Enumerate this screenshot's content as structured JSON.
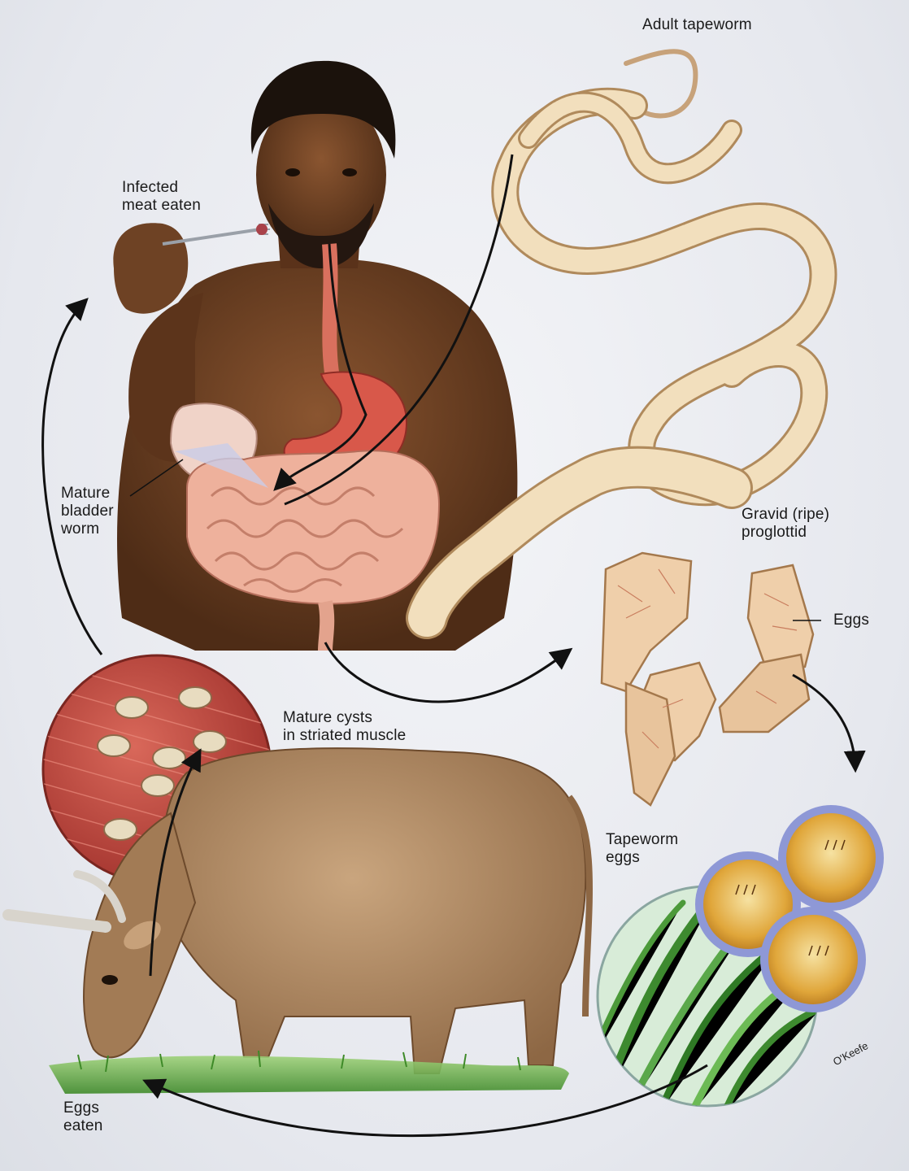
{
  "labels": {
    "adult_tapeworm": "Adult tapeworm",
    "infected_meat": "Infected\nmeat eaten",
    "bladder_worm": "Mature\nbladder\nworm",
    "proglottid": "Gravid (ripe)\nproglottid",
    "eggs": "Eggs",
    "cysts": "Mature cysts\nin striated muscle",
    "tapeworm_eggs": "Tapeworm\neggs",
    "eggs_eaten": "Eggs\neaten",
    "signature": "O'Keefe"
  },
  "colors": {
    "skin": "#6b3f22",
    "tapeworm": "#f1dcb8",
    "intestine": "#e9a592",
    "muscle": "#c8463c",
    "cow": "#b08962",
    "grass": "#5ea03c",
    "egg_shell": "#9aa6e0",
    "egg_yolk": "#e3b043",
    "arrow": "#111111"
  }
}
